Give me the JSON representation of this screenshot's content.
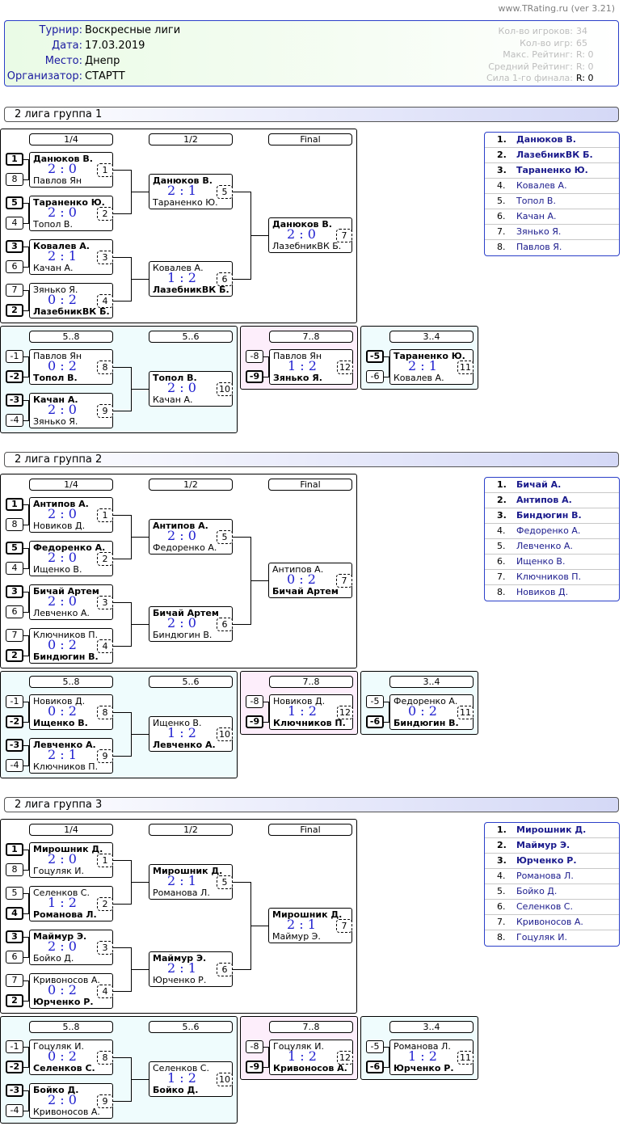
{
  "site": "www.TRating.ru (ver 3.21)",
  "header": {
    "fields": [
      {
        "label": "Турнир:",
        "value": "Воскресные лиги"
      },
      {
        "label": "Дата:",
        "value": "17.03.2019"
      },
      {
        "label": "Место:",
        "value": "Днепр"
      },
      {
        "label": "Организатор:",
        "value": "СТАРТТ"
      }
    ],
    "stats": [
      {
        "label": "Кол-во игроков:",
        "value": "34"
      },
      {
        "label": "Кол-во игр:",
        "value": "65"
      },
      {
        "label": "Макс. Рейтинг:",
        "value": "R:   0"
      },
      {
        "label": "Средний Рейтинг:",
        "value": "R:   0"
      },
      {
        "label": "Сила 1-го финала:",
        "value": "R:   0"
      }
    ]
  },
  "round_labels": {
    "qf": "1/4",
    "sf": "1/2",
    "final": "Final",
    "p58": "5..8",
    "p56": "5..6",
    "p78": "7..8",
    "p34": "3..4"
  },
  "groups": [
    {
      "title": "2 лига группа 1",
      "qf_seeds": [
        "1",
        "8",
        "5",
        "4",
        "3",
        "6",
        "7",
        "2"
      ],
      "lower_seeds": [
        "-1",
        "-2",
        "-3",
        "-4"
      ],
      "p78_seeds": [
        "-8",
        "-9"
      ],
      "p34_seeds": [
        "-5",
        "-6"
      ],
      "matches": {
        "m1": {
          "p1": "Данюков В.",
          "p2": "Павлов Ян",
          "score": "2 : 0",
          "num": "1",
          "winner": 1
        },
        "m2": {
          "p1": "Тараненко Ю.",
          "p2": "Топол В.",
          "score": "2 : 0",
          "num": "2",
          "winner": 1
        },
        "m3": {
          "p1": "Ковалев А.",
          "p2": "Качан А.",
          "score": "2 : 1",
          "num": "3",
          "winner": 1
        },
        "m4": {
          "p1": "Зянько Я.",
          "p2": "ЛазебникВК Б.",
          "score": "0 : 2",
          "num": "4",
          "winner": 2
        },
        "m5": {
          "p1": "Данюков В.",
          "p2": "Тараненко Ю.",
          "score": "2 : 1",
          "num": "5",
          "winner": 1
        },
        "m6": {
          "p1": "Ковалев А.",
          "p2": "ЛазебникВК Б.",
          "score": "1 : 2",
          "num": "6",
          "winner": 2
        },
        "m7": {
          "p1": "Данюков В.",
          "p2": "ЛазебникВК Б.",
          "score": "2 : 0",
          "num": "7",
          "winner": 1
        },
        "m8": {
          "p1": "Павлов Ян",
          "p2": "Топол В.",
          "score": "0 : 2",
          "num": "8",
          "winner": 2
        },
        "m9": {
          "p1": "Качан А.",
          "p2": "Зянько Я.",
          "score": "2 : 0",
          "num": "9",
          "winner": 1
        },
        "m10": {
          "p1": "Топол В.",
          "p2": "Качан А.",
          "score": "2 : 0",
          "num": "10",
          "winner": 1
        },
        "m11": {
          "p1": "Тараненко Ю.",
          "p2": "Ковалев А.",
          "score": "2 : 1",
          "num": "11",
          "winner": 1
        },
        "m12": {
          "p1": "Павлов Ян",
          "p2": "Зянько Я.",
          "score": "1 : 2",
          "num": "12",
          "winner": 2
        }
      },
      "standings": [
        {
          "place": "1.",
          "name": "Данюков В."
        },
        {
          "place": "2.",
          "name": "ЛазебникВК Б."
        },
        {
          "place": "3.",
          "name": "Тараненко Ю."
        },
        {
          "place": "4.",
          "name": "Ковалев А."
        },
        {
          "place": "5.",
          "name": "Топол В."
        },
        {
          "place": "6.",
          "name": "Качан А."
        },
        {
          "place": "7.",
          "name": "Зянько Я."
        },
        {
          "place": "8.",
          "name": "Павлов Я."
        }
      ]
    },
    {
      "title": "2 лига группа 2",
      "qf_seeds": [
        "1",
        "8",
        "5",
        "4",
        "3",
        "6",
        "7",
        "2"
      ],
      "lower_seeds": [
        "-1",
        "-2",
        "-3",
        "-4"
      ],
      "p78_seeds": [
        "-8",
        "-9"
      ],
      "p34_seeds": [
        "-5",
        "-6"
      ],
      "matches": {
        "m1": {
          "p1": "Антипов А.",
          "p2": "Новиков Д.",
          "score": "2 : 0",
          "num": "1",
          "winner": 1
        },
        "m2": {
          "p1": "Федоренко А.",
          "p2": "Ищенко В.",
          "score": "2 : 0",
          "num": "2",
          "winner": 1
        },
        "m3": {
          "p1": "Бичай Артем",
          "p2": "Левченко А.",
          "score": "2 : 0",
          "num": "3",
          "winner": 1
        },
        "m4": {
          "p1": "Ключников П.",
          "p2": "Биндюгин В.",
          "score": "0 : 2",
          "num": "4",
          "winner": 2
        },
        "m5": {
          "p1": "Антипов А.",
          "p2": "Федоренко А.",
          "score": "2 : 0",
          "num": "5",
          "winner": 1
        },
        "m6": {
          "p1": "Бичай Артем",
          "p2": "Биндюгин В.",
          "score": "2 : 0",
          "num": "6",
          "winner": 1
        },
        "m7": {
          "p1": "Антипов А.",
          "p2": "Бичай Артем",
          "score": "0 : 2",
          "num": "7",
          "winner": 2
        },
        "m8": {
          "p1": "Новиков Д.",
          "p2": "Ищенко В.",
          "score": "0 : 2",
          "num": "8",
          "winner": 2
        },
        "m9": {
          "p1": "Левченко А.",
          "p2": "Ключников П.",
          "score": "2 : 1",
          "num": "9",
          "winner": 1
        },
        "m10": {
          "p1": "Ищенко В.",
          "p2": "Левченко А.",
          "score": "1 : 2",
          "num": "10",
          "winner": 2
        },
        "m11": {
          "p1": "Федоренко А.",
          "p2": "Биндюгин В.",
          "score": "0 : 2",
          "num": "11",
          "winner": 2
        },
        "m12": {
          "p1": "Новиков Д.",
          "p2": "Ключников П.",
          "score": "1 : 2",
          "num": "12",
          "winner": 2
        }
      },
      "standings": [
        {
          "place": "1.",
          "name": "Бичай А."
        },
        {
          "place": "2.",
          "name": "Антипов А."
        },
        {
          "place": "3.",
          "name": "Биндюгин В."
        },
        {
          "place": "4.",
          "name": "Федоренко А."
        },
        {
          "place": "5.",
          "name": "Левченко А."
        },
        {
          "place": "6.",
          "name": "Ищенко В."
        },
        {
          "place": "7.",
          "name": "Ключников П."
        },
        {
          "place": "8.",
          "name": "Новиков Д."
        }
      ]
    },
    {
      "title": "2 лига группа 3",
      "qf_seeds": [
        "1",
        "8",
        "5",
        "4",
        "3",
        "6",
        "7",
        "2"
      ],
      "lower_seeds": [
        "-1",
        "-2",
        "-3",
        "-4"
      ],
      "p78_seeds": [
        "-8",
        "-9"
      ],
      "p34_seeds": [
        "-5",
        "-6"
      ],
      "matches": {
        "m1": {
          "p1": "Мирошник Д.",
          "p2": "Гоцуляк И.",
          "score": "2 : 0",
          "num": "1",
          "winner": 1
        },
        "m2": {
          "p1": "Селенков С.",
          "p2": "Романова Л.",
          "score": "1 : 2",
          "num": "2",
          "winner": 2
        },
        "m3": {
          "p1": "Маймур Э.",
          "p2": "Бойко Д.",
          "score": "2 : 0",
          "num": "3",
          "winner": 1
        },
        "m4": {
          "p1": "Кривоносов А.",
          "p2": "Юрченко Р.",
          "score": "0 : 2",
          "num": "4",
          "winner": 2
        },
        "m5": {
          "p1": "Мирошник Д.",
          "p2": "Романова Л.",
          "score": "2 : 1",
          "num": "5",
          "winner": 1
        },
        "m6": {
          "p1": "Маймур Э.",
          "p2": "Юрченко Р.",
          "score": "2 : 1",
          "num": "6",
          "winner": 1
        },
        "m7": {
          "p1": "Мирошник Д.",
          "p2": "Маймур Э.",
          "score": "2 : 1",
          "num": "7",
          "winner": 1
        },
        "m8": {
          "p1": "Гоцуляк И.",
          "p2": "Селенков С.",
          "score": "0 : 2",
          "num": "8",
          "winner": 2
        },
        "m9": {
          "p1": "Бойко Д.",
          "p2": "Кривоносов А.",
          "score": "2 : 0",
          "num": "9",
          "winner": 1
        },
        "m10": {
          "p1": "Селенков С.",
          "p2": "Бойко Д.",
          "score": "1 : 2",
          "num": "10",
          "winner": 2
        },
        "m11": {
          "p1": "Романова Л.",
          "p2": "Юрченко Р.",
          "score": "1 : 2",
          "num": "11",
          "winner": 2
        },
        "m12": {
          "p1": "Гоцуляк И.",
          "p2": "Кривоносов А.",
          "score": "1 : 2",
          "num": "12",
          "winner": 2
        }
      },
      "standings": [
        {
          "place": "1.",
          "name": "Мирошник Д."
        },
        {
          "place": "2.",
          "name": "Маймур Э."
        },
        {
          "place": "3.",
          "name": "Юрченко Р."
        },
        {
          "place": "4.",
          "name": "Романова Л."
        },
        {
          "place": "5.",
          "name": "Бойко Д."
        },
        {
          "place": "6.",
          "name": "Селенков С."
        },
        {
          "place": "7.",
          "name": "Кривоносов А."
        },
        {
          "place": "8.",
          "name": "Гоцуляк И."
        }
      ]
    }
  ]
}
